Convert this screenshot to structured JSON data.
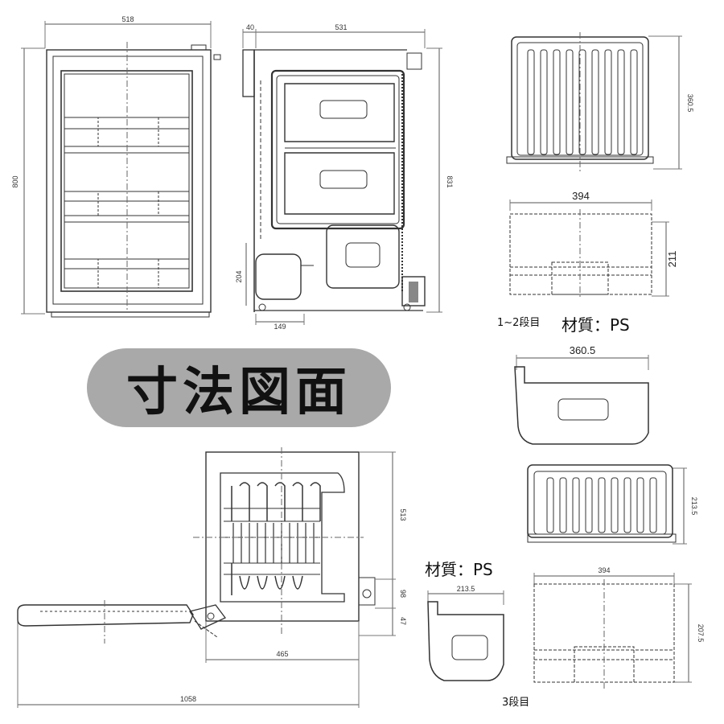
{
  "title": "寸法図面",
  "dims": {
    "front_width": "518",
    "front_height": "800",
    "side_door": "40",
    "side_depth": "531",
    "side_height": "831",
    "compressor_height": "204",
    "compressor_width": "149",
    "drawer_top_height": "360.5",
    "drawer_top_width": "394",
    "drawer_top_side_height": "211",
    "drawer_top_depth": "360.5",
    "drawer_bottom_height": "213.5",
    "drawer_bottom_width": "394",
    "drawer_bottom_side_height": "207.5",
    "drawer_bottom_depth": "213.5",
    "plan_depth_right": "513",
    "plan_small_1": "98",
    "plan_small_2": "47",
    "plan_inner_width": "465",
    "plan_total_width": "1058"
  },
  "labels": {
    "tier_top": "1~2段目",
    "material_top": "材質：PS",
    "material_bottom": "材質：PS",
    "tier_bottom": "3段目"
  }
}
